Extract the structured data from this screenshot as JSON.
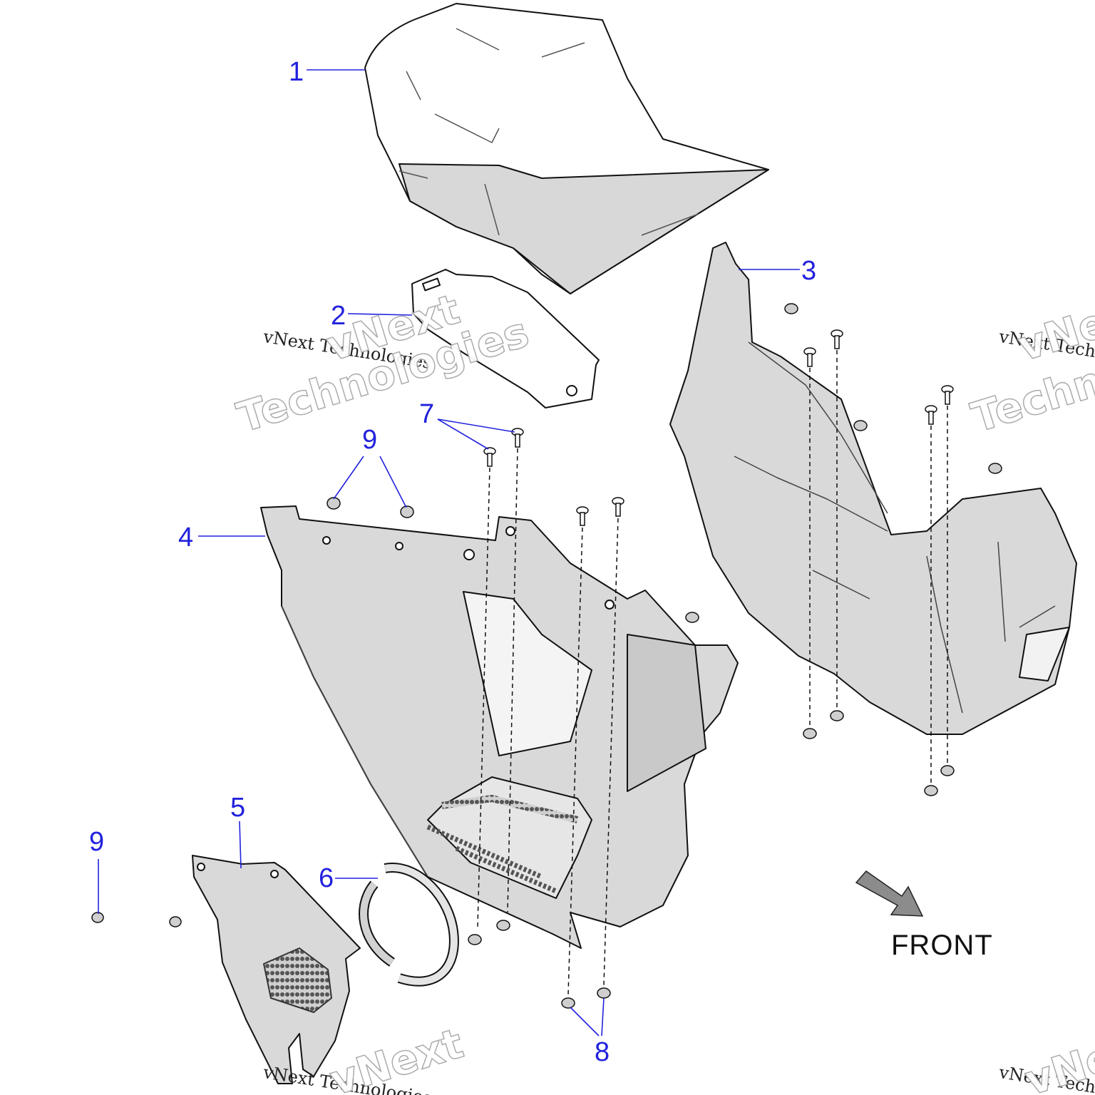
{
  "diagram": {
    "callouts": [
      {
        "id": "c1",
        "label": "1"
      },
      {
        "id": "c2",
        "label": "2"
      },
      {
        "id": "c3",
        "label": "3"
      },
      {
        "id": "c4",
        "label": "4"
      },
      {
        "id": "c5",
        "label": "5"
      },
      {
        "id": "c6",
        "label": "6"
      },
      {
        "id": "c7",
        "label": "7"
      },
      {
        "id": "c8",
        "label": "8"
      },
      {
        "id": "c9a",
        "label": "9"
      },
      {
        "id": "c9b",
        "label": "9"
      }
    ],
    "front_label": "FRONT",
    "watermark": {
      "line": "vNext Technologies",
      "big_word_1": "vNext",
      "big_word_2": "Technologies"
    },
    "colors": {
      "callout": "#2222dd",
      "part_fill": "#d9d9d9",
      "outline": "#111111",
      "arrow_fill": "#8c8c8c"
    }
  }
}
